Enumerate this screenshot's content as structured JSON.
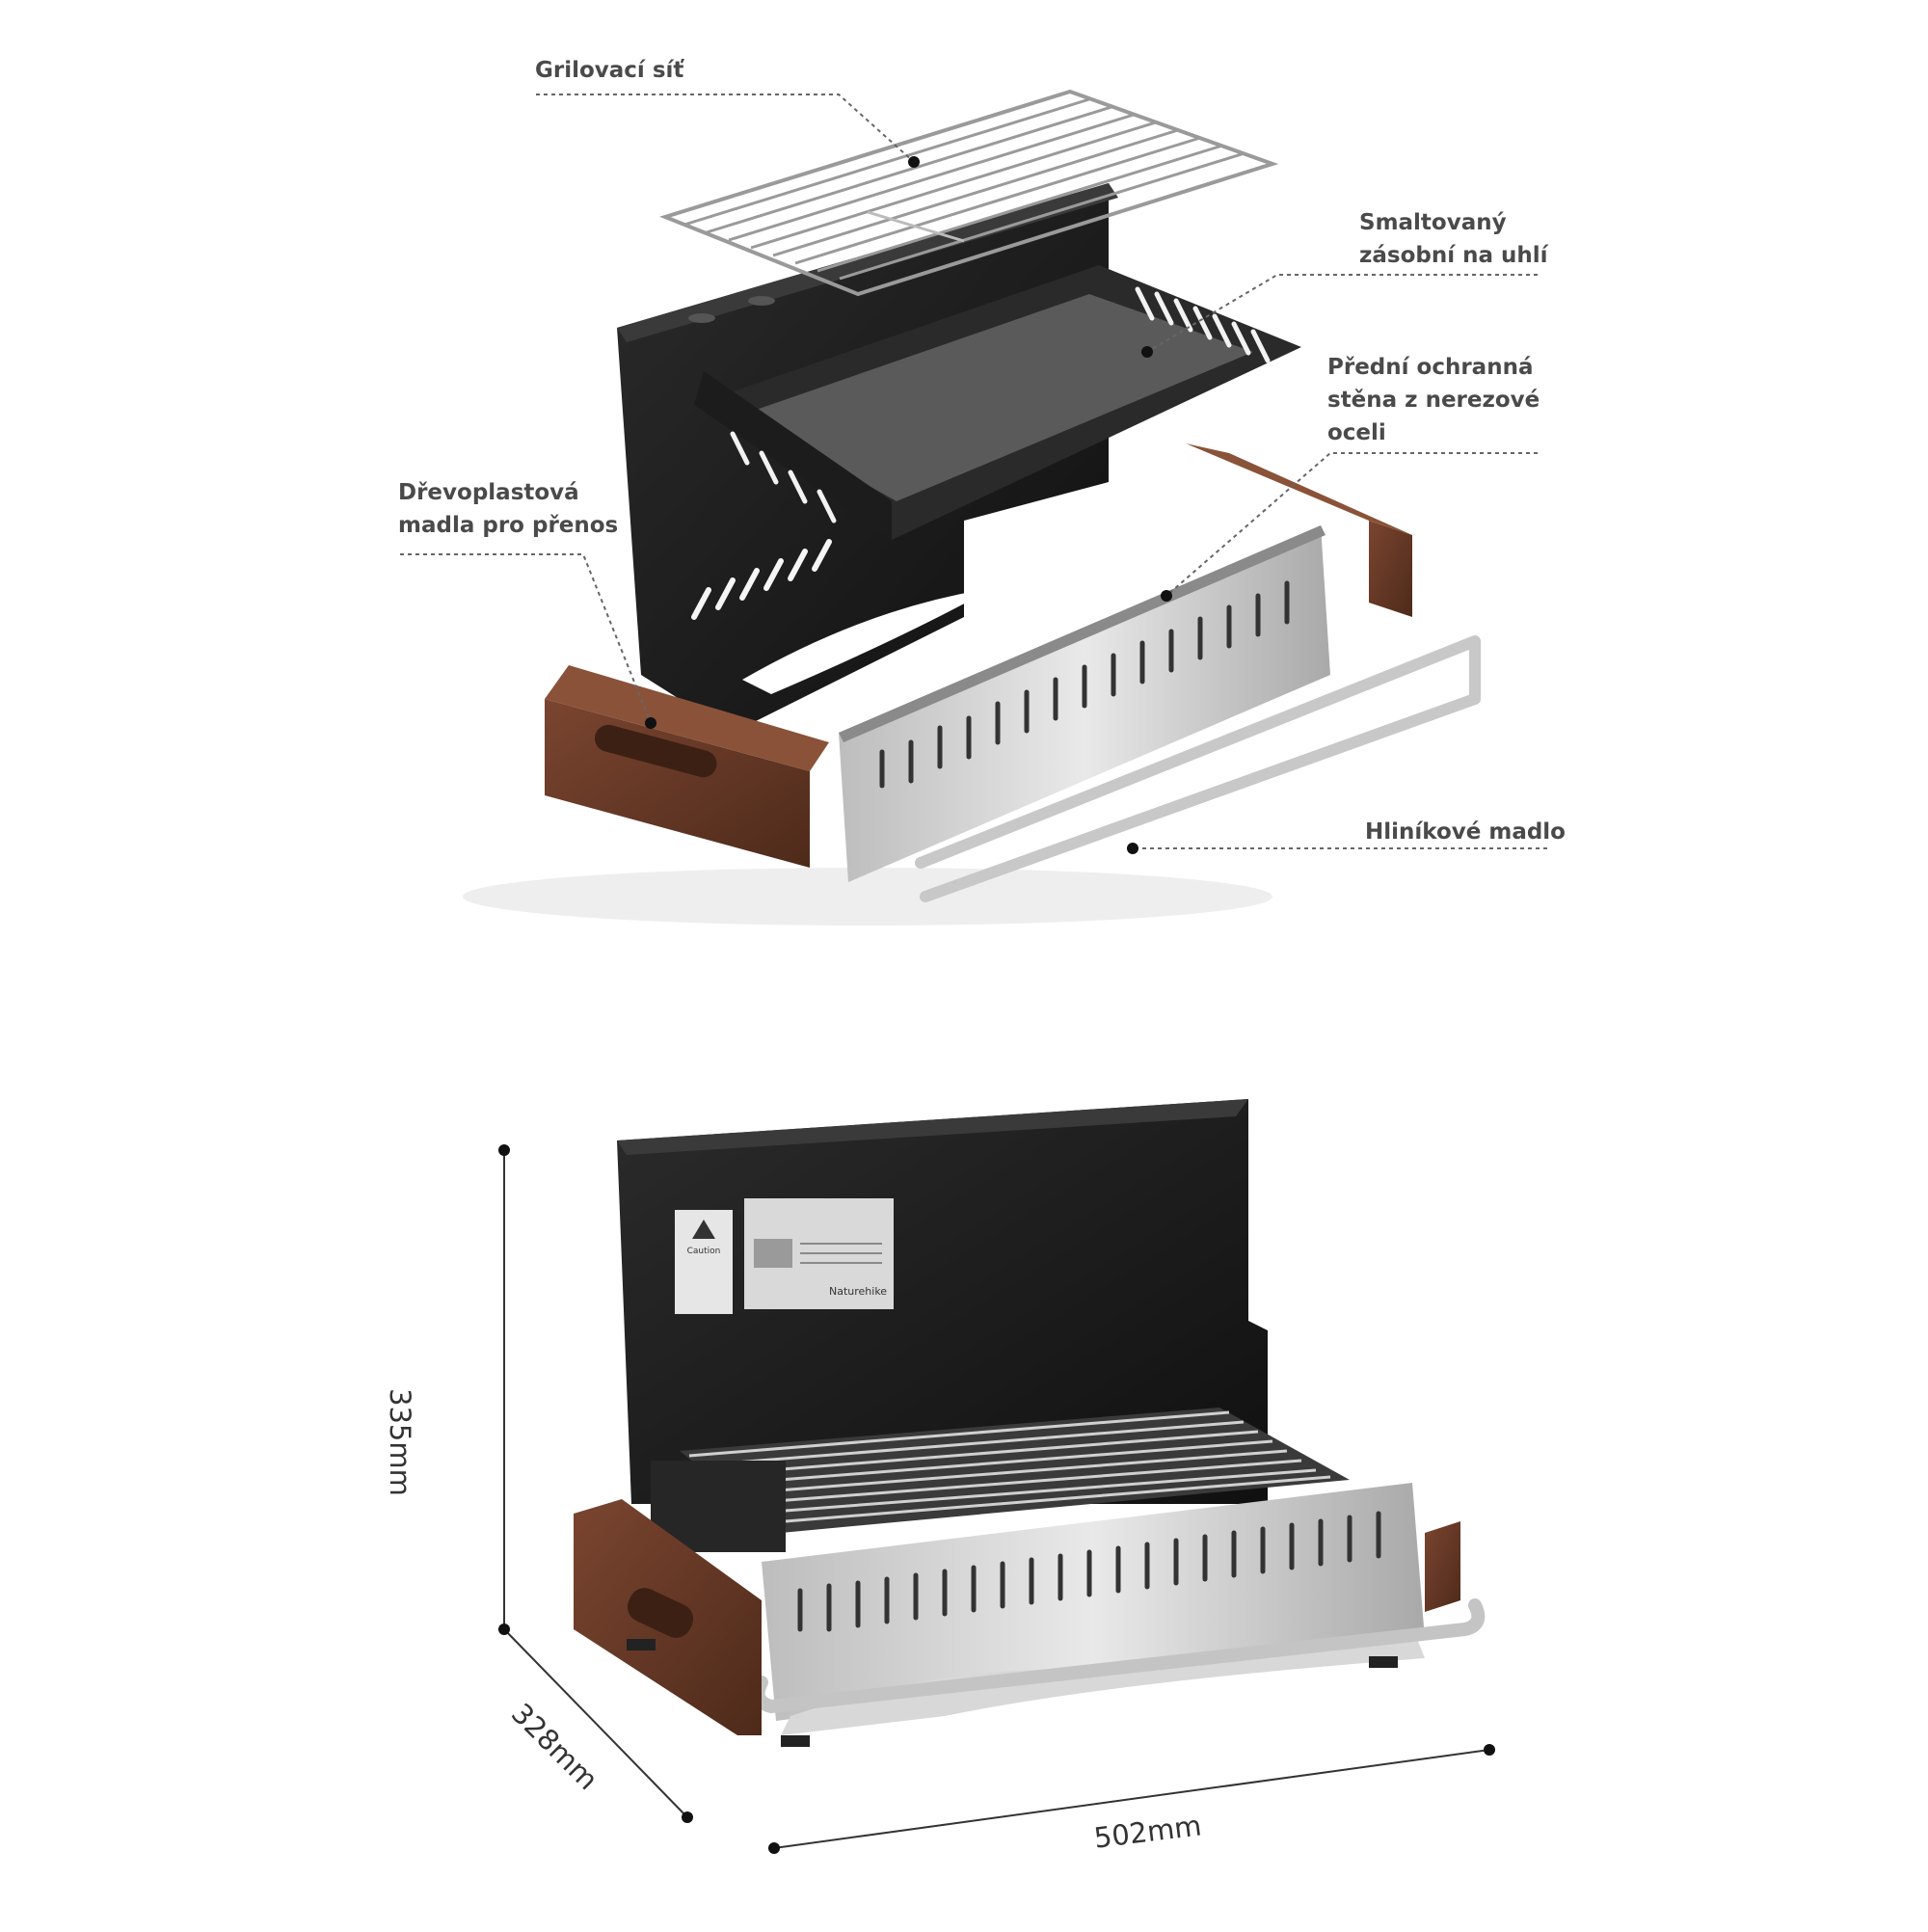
{
  "callouts": {
    "grill_grate": "Grilovací síť",
    "charcoal_tray": "Smaltovaný\nzásobní na uhlí",
    "front_shield": "Přední ochranná\nstěna z nerezové\noceli",
    "wood_handles": "Dřevoplastová\nmadla pro přenos",
    "aluminium_handle": "Hliníkové madlo"
  },
  "dimensions": {
    "height": "335mm",
    "depth": "328mm",
    "width": "502mm"
  },
  "product_labels": {
    "caution": "Caution",
    "brand": "Naturehike"
  },
  "colors": {
    "black_body": "#1a1a1a",
    "steel": "#c9c9c9",
    "wood": "#6b3a24",
    "label_text": "#4a4a4a"
  }
}
